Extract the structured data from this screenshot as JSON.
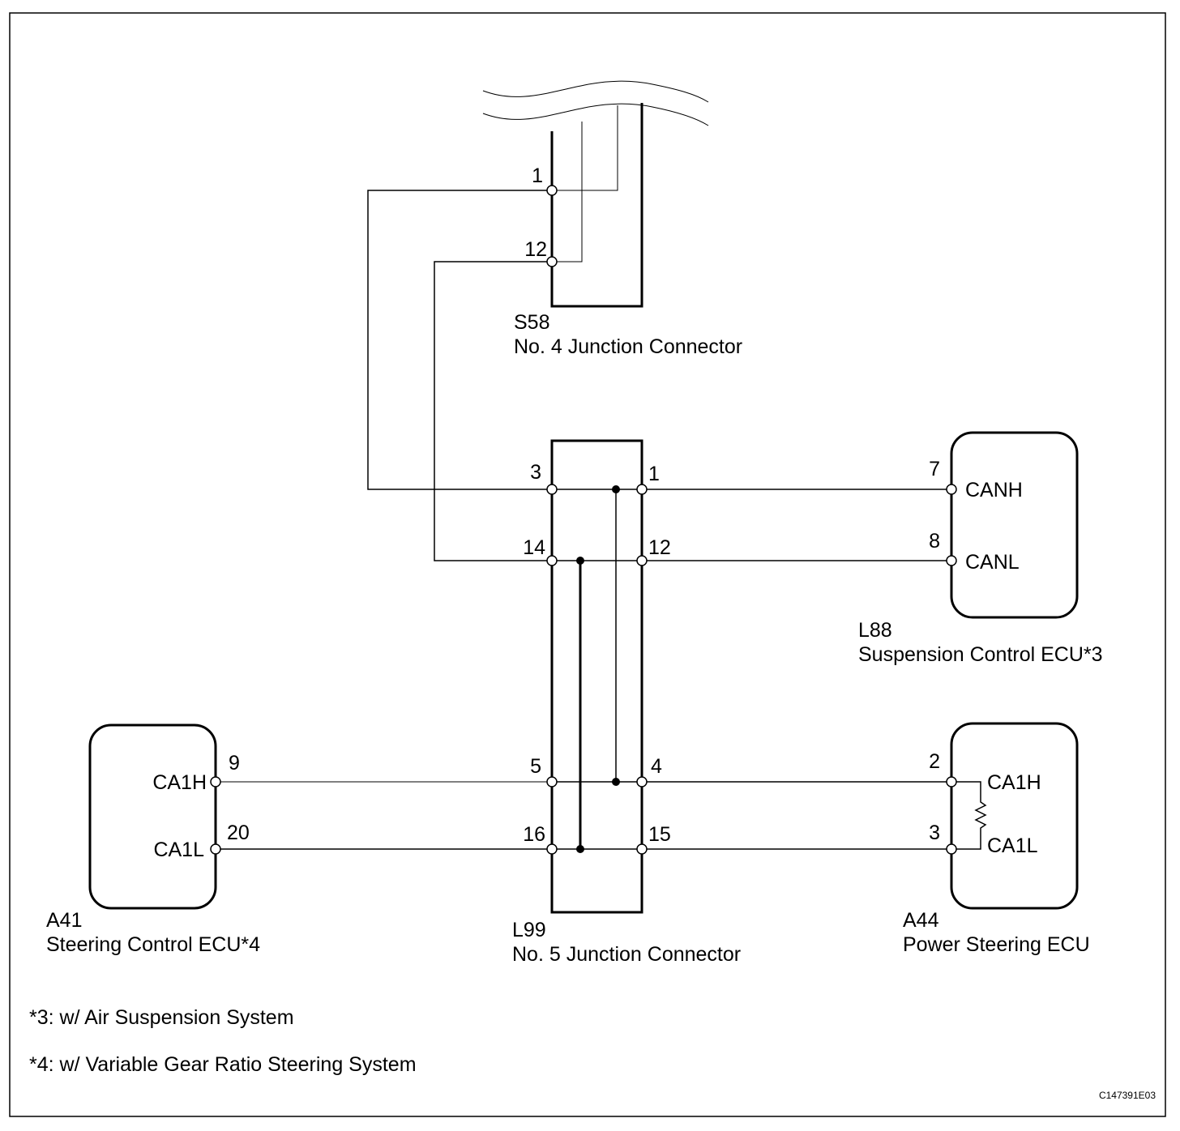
{
  "s58": {
    "code": "S58",
    "name": "No. 4 Junction Connector",
    "pins": [
      "1",
      "12"
    ]
  },
  "l99": {
    "code": "L99",
    "name": "No. 5 Junction Connector",
    "pins": [
      "3",
      "1",
      "14",
      "12",
      "5",
      "4",
      "16",
      "15"
    ]
  },
  "l88": {
    "code": "L88",
    "name": "Suspension Control ECU*3",
    "pins": [
      "7",
      "8"
    ],
    "signals": [
      "CANH",
      "CANL"
    ]
  },
  "a41": {
    "code": "A41",
    "name": "Steering Control ECU*4",
    "pins": [
      "9",
      "20"
    ],
    "signals": [
      "CA1H",
      "CA1L"
    ]
  },
  "a44": {
    "code": "A44",
    "name": "Power Steering ECU",
    "pins": [
      "2",
      "3"
    ],
    "signals": [
      "CA1H",
      "CA1L"
    ]
  },
  "notes": [
    "*3: w/ Air Suspension System",
    "*4: w/ Variable Gear Ratio Steering System"
  ],
  "figure_code": "C147391E03"
}
